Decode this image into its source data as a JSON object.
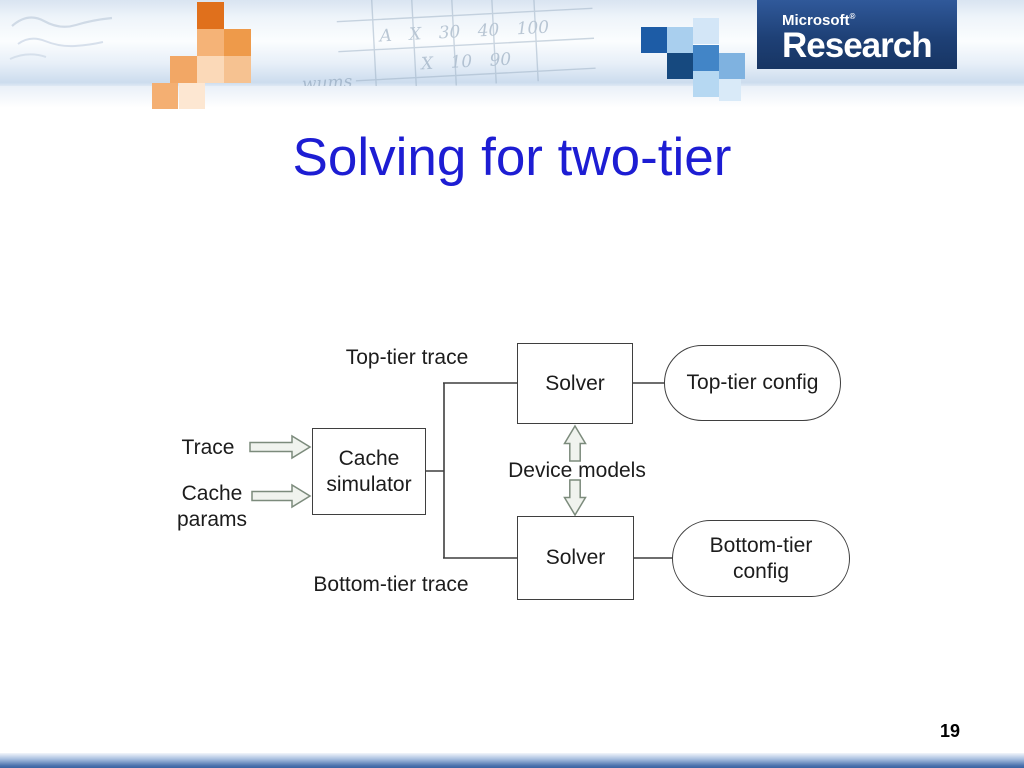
{
  "slide": {
    "title": "Solving for two-tier",
    "page_number": "19"
  },
  "header": {
    "logo": {
      "brand": "Microsoft",
      "trademark": "®",
      "wordmark": "Research"
    },
    "watermark": {
      "row1": "A X 30 40 100",
      "row2": "X 10 90",
      "row3": "wums"
    }
  },
  "diagram": {
    "labels": {
      "top_tier_trace": "Top-tier trace",
      "trace": "Trace",
      "cache_params": "Cache\nparams",
      "device_models": "Device models",
      "bottom_tier_trace": "Bottom-tier trace"
    },
    "nodes": {
      "cache_simulator": "Cache simulator",
      "solver_top": "Solver",
      "solver_bottom": "Solver",
      "top_tier_config": "Top-tier config",
      "bottom_tier_config": "Bottom-tier config"
    }
  },
  "colors": {
    "title_blue": "#1d1dd3",
    "logo_navy": "#1e4076",
    "accent_orange": "#ee9a4a",
    "accent_blue": "#1d5ca6",
    "footer_blue": "#3a62a2"
  }
}
